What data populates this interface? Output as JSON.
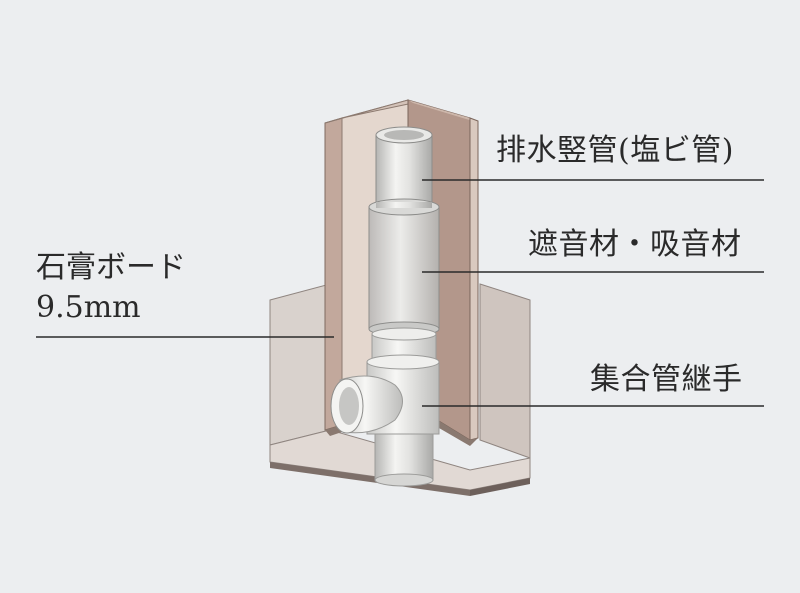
{
  "labels": {
    "drain_pipe": "排水竪管(塩ビ管)",
    "insulation": "遮音材・吸音材",
    "fitting": "集合管継手",
    "board_line1": "石膏ボード",
    "board_line2": "9.5mm"
  },
  "colors": {
    "background": "#eceef0",
    "board_face": "#e3d6cd",
    "board_edge": "#b89d91",
    "floor_top": "#ddd4ce",
    "floor_side": "#8a7a73",
    "pipe_light": "#f1f1f0",
    "pipe_shadow": "#b9b9b9",
    "leader_line": "#2a2a2a"
  }
}
